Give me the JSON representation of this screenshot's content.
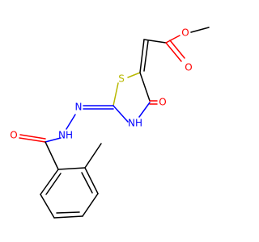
{
  "molecule": {
    "atoms": {
      "O_ether": "O",
      "O_ester_carbonyl": "O",
      "S_ring": "S",
      "O_ring_carbonyl": "O",
      "N_ring": "NH",
      "N_imine": "N",
      "N_hydrazide": "NH",
      "O_amide": "O"
    },
    "colors": {
      "carbon_bond": "#000000",
      "oxygen": "#ff0000",
      "nitrogen": "#0000ff",
      "sulfur": "#b8b800",
      "background": "#ffffff"
    }
  }
}
